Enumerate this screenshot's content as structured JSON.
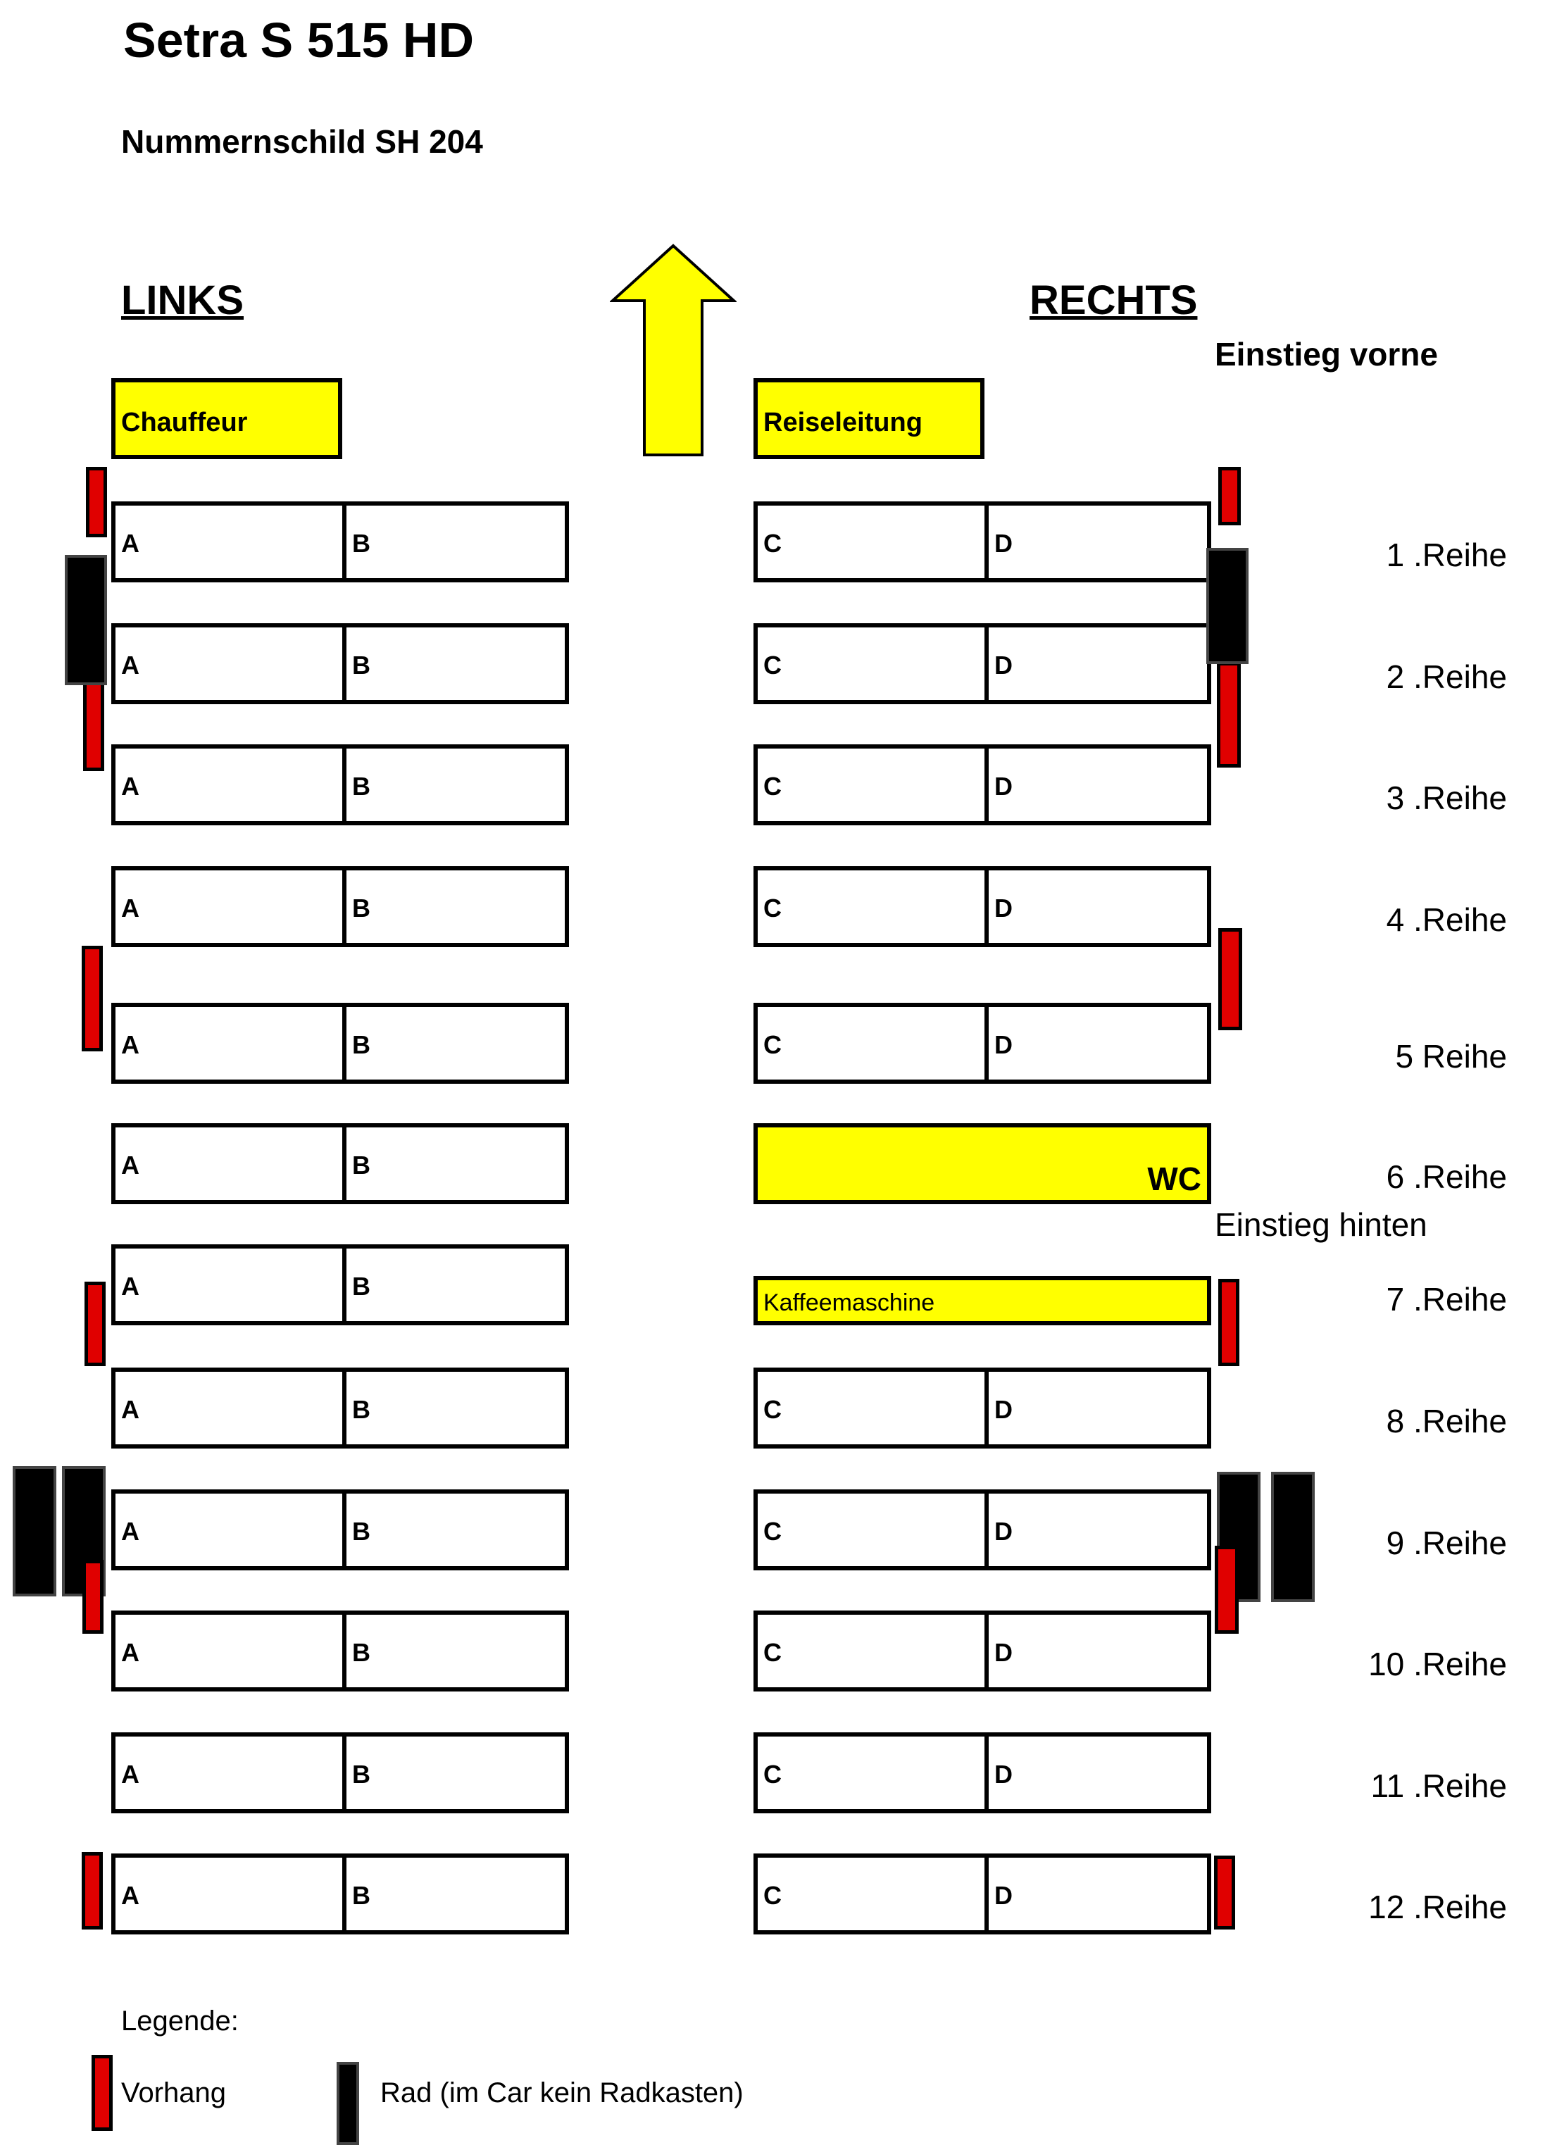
{
  "title": "Setra S 515 HD",
  "subtitle": "Nummernschild SH 204",
  "sides": {
    "left": "LINKS",
    "right": "RECHTS"
  },
  "entries": {
    "front": "Einstieg vorne",
    "rear": "Einstieg hinten"
  },
  "front_seats": {
    "driver": "Chauffeur",
    "guide": "Reiseleitung"
  },
  "facilities": {
    "wc": "WC",
    "coffee": "Kaffeemaschine"
  },
  "seat_letters": {
    "a": "A",
    "b": "B",
    "c": "C",
    "d": "D"
  },
  "rows": [
    {
      "label": "1 .Reihe"
    },
    {
      "label": "2 .Reihe"
    },
    {
      "label": "3 .Reihe"
    },
    {
      "label": "4 .Reihe"
    },
    {
      "label": "5 Reihe"
    },
    {
      "label": "6 .Reihe"
    },
    {
      "label": "7 .Reihe"
    },
    {
      "label": "8 .Reihe"
    },
    {
      "label": "9 .Reihe"
    },
    {
      "label": "10 .Reihe"
    },
    {
      "label": "11 .Reihe"
    },
    {
      "label": "12 .Reihe"
    }
  ],
  "legend": {
    "title": "Legende:",
    "curtain": "Vorhang",
    "wheel": "Rad (im Car kein Radkasten)"
  },
  "colors": {
    "yellow": "#ffff00",
    "curtain_red": "#e00000",
    "wheel_black": "#000000"
  }
}
